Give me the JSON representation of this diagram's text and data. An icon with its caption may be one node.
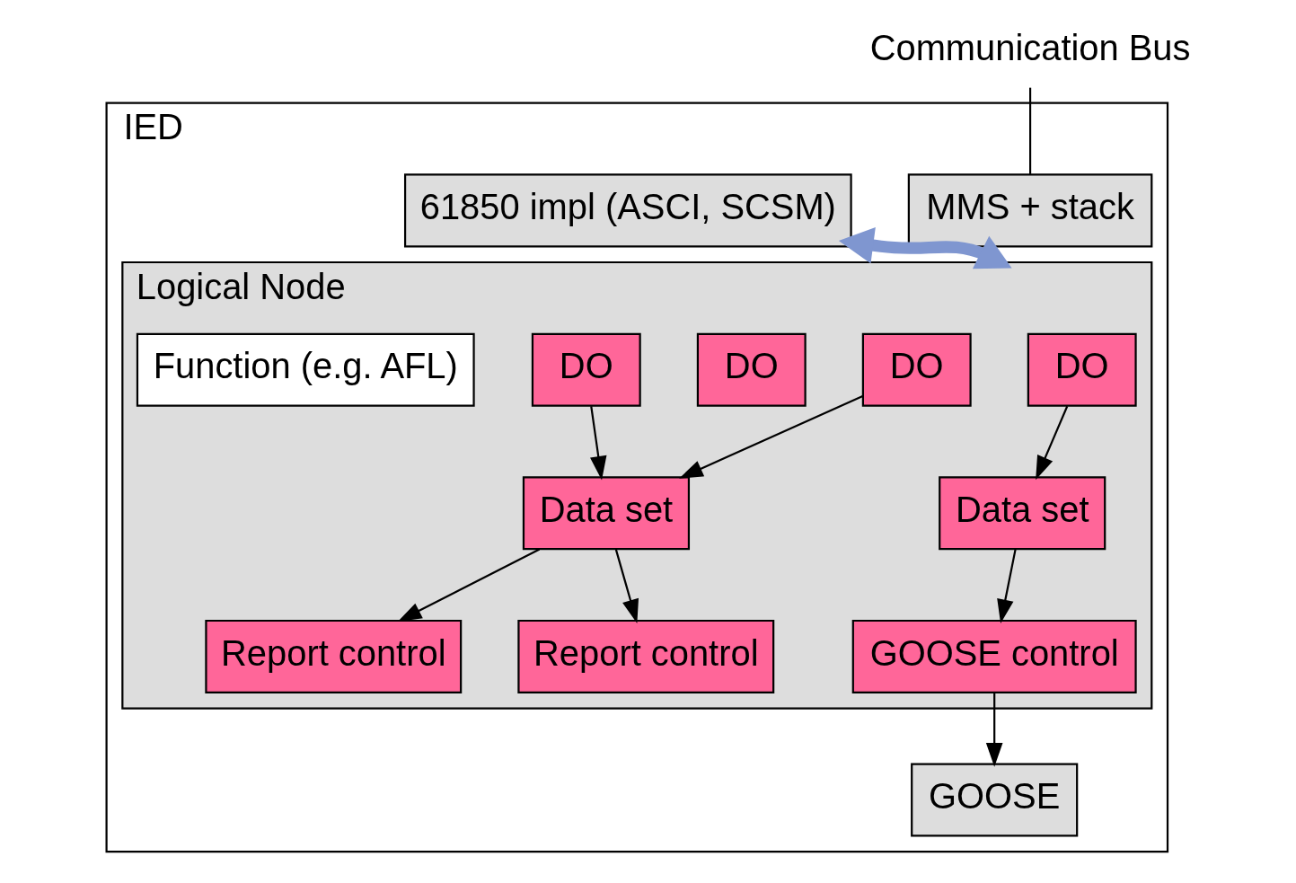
{
  "diagram": {
    "nodes": [
      {
        "text": [
          "Communication Bus"
        ]
      },
      {
        "text": [
          "IED"
        ]
      },
      {
        "text": [
          "MMS + stack"
        ],
        "in": 1
      },
      {
        "text": [
          "GOOSE"
        ],
        "in": 1
      },
      {
        "text": [
          "61850 impl (ASCI, SCSM)"
        ],
        "in": 1
      },
      {
        "text": [
          "Logical Node"
        ],
        "in": 1
      },
      {
        "text": [
          "DO"
        ],
        "in": 5
      },
      {
        "text": [
          "DO"
        ],
        "in": 5
      },
      {
        "text": [
          "DO"
        ],
        "in": 5
      },
      {
        "text": [
          "DO"
        ],
        "in": 5
      },
      {
        "text": [
          "Data set"
        ],
        "in": 5
      },
      {
        "text": [
          "Data set"
        ],
        "in": 5
      },
      {
        "text": [
          "GOOSE control"
        ],
        "in": 5
      },
      {
        "text": [
          "Report control"
        ],
        "in": 5
      },
      {
        "text": [
          "Report control"
        ],
        "in": 5
      },
      {
        "text": [
          "Function (e.g. AFL)"
        ],
        "in": 5
      }
    ],
    "edges": [
      {
        "from": 0,
        "to": 2,
        "arrow": "none"
      },
      {
        "from": 4,
        "to": 5,
        "arrow": "both",
        "style": "thick",
        "color": "#7f96d0"
      },
      {
        "from": 6,
        "to": 10,
        "arrow": "to"
      },
      {
        "from": 7,
        "to": 11,
        "arrow": "to"
      },
      {
        "from": 9,
        "to": 11,
        "arrow": "to"
      },
      {
        "from": 10,
        "to": 12,
        "arrow": "to"
      },
      {
        "from": 11,
        "to": 13,
        "arrow": "to"
      },
      {
        "from": 11,
        "to": 14,
        "arrow": "to"
      },
      {
        "from": 12,
        "to": 3,
        "arrow": "to"
      }
    ]
  }
}
